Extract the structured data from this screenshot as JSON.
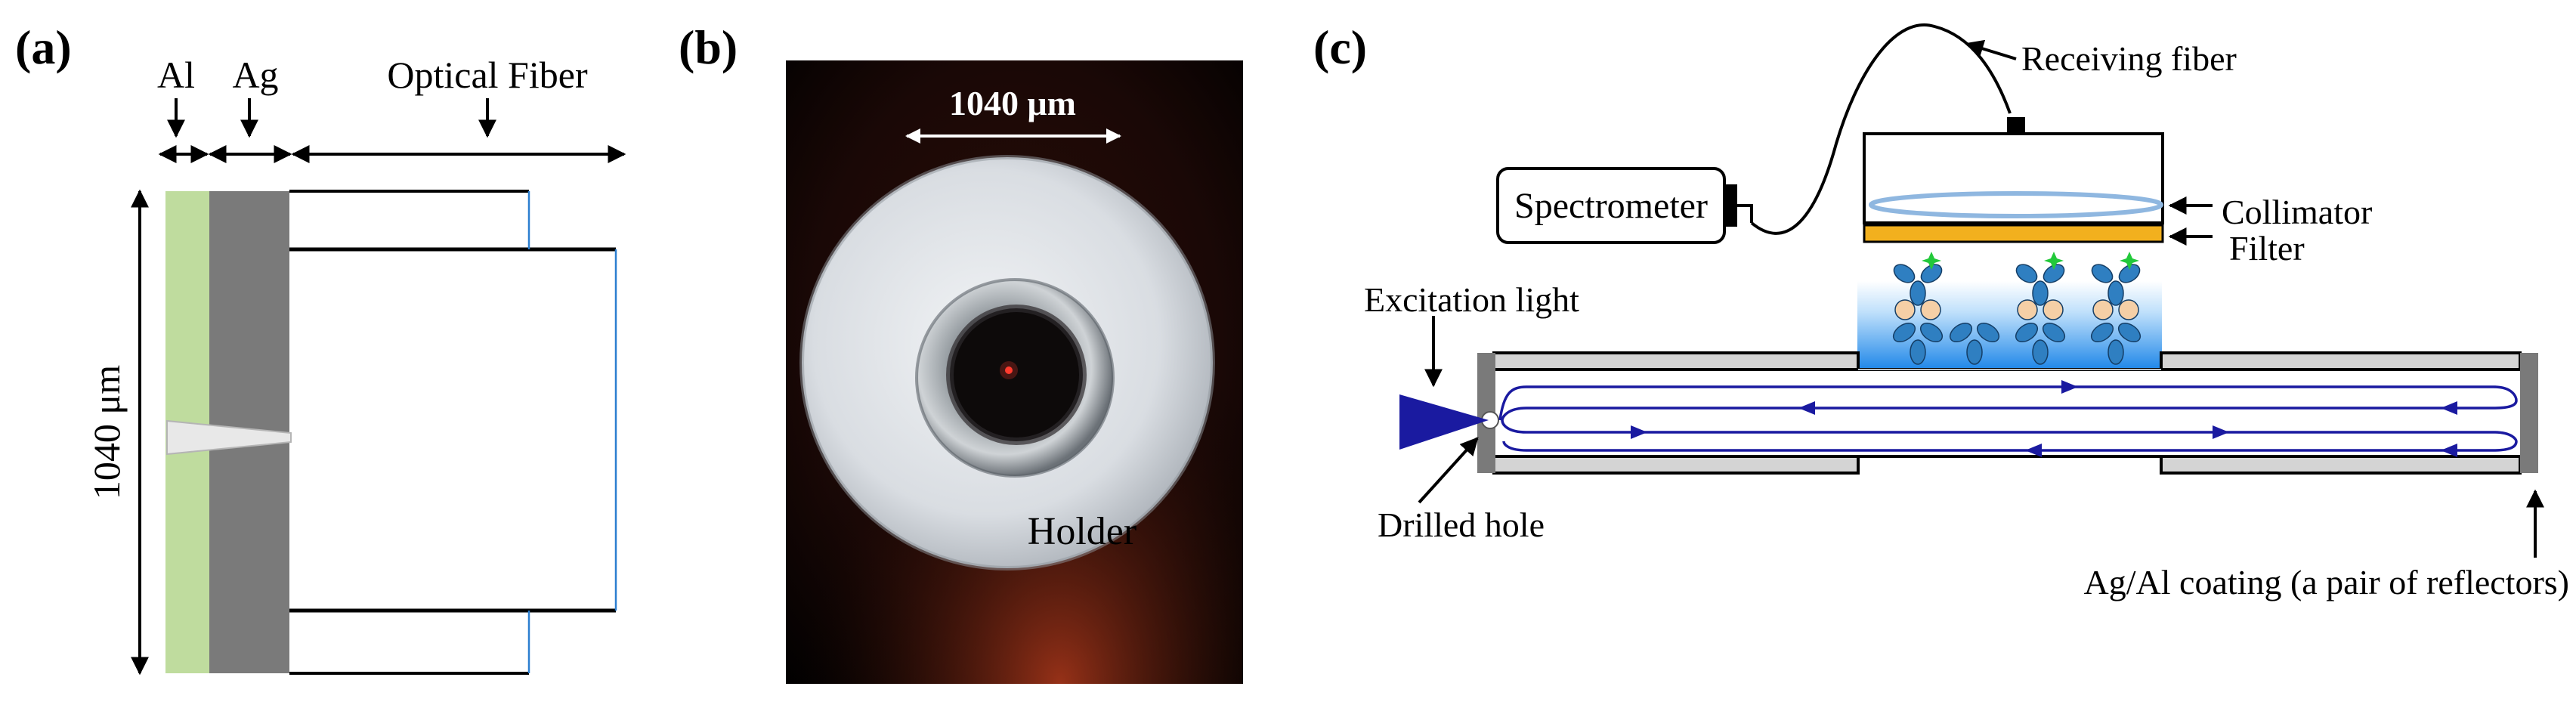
{
  "panel_a": {
    "letter": "(a)",
    "label_al": "Al",
    "label_ag": "Ag",
    "label_fiber": "Optical  Fiber",
    "dimension": "1040 μm"
  },
  "panel_b": {
    "letter": "(b)",
    "dimension": "1040 μm",
    "holder": "Holder"
  },
  "panel_c": {
    "letter": "(c)",
    "spectrometer": "Spectrometer",
    "receiving_fiber": "Receiving fiber",
    "collimator": "Collimator",
    "filter": "Filter",
    "excitation": "Excitation light",
    "drilled_hole": "Drilled hole",
    "coating": "Ag/Al coating (a pair of reflectors)"
  },
  "colors": {
    "al": "#bfdc9e",
    "ag": "#7a7a7a",
    "filter": "#f2b01e",
    "lens": "#8fb7e0",
    "beam": "#1a1aa0",
    "fluid": "#1d86e8",
    "molecule": "#2f7fc1",
    "core": "#f5cfa6",
    "dye": "#22c93a"
  }
}
